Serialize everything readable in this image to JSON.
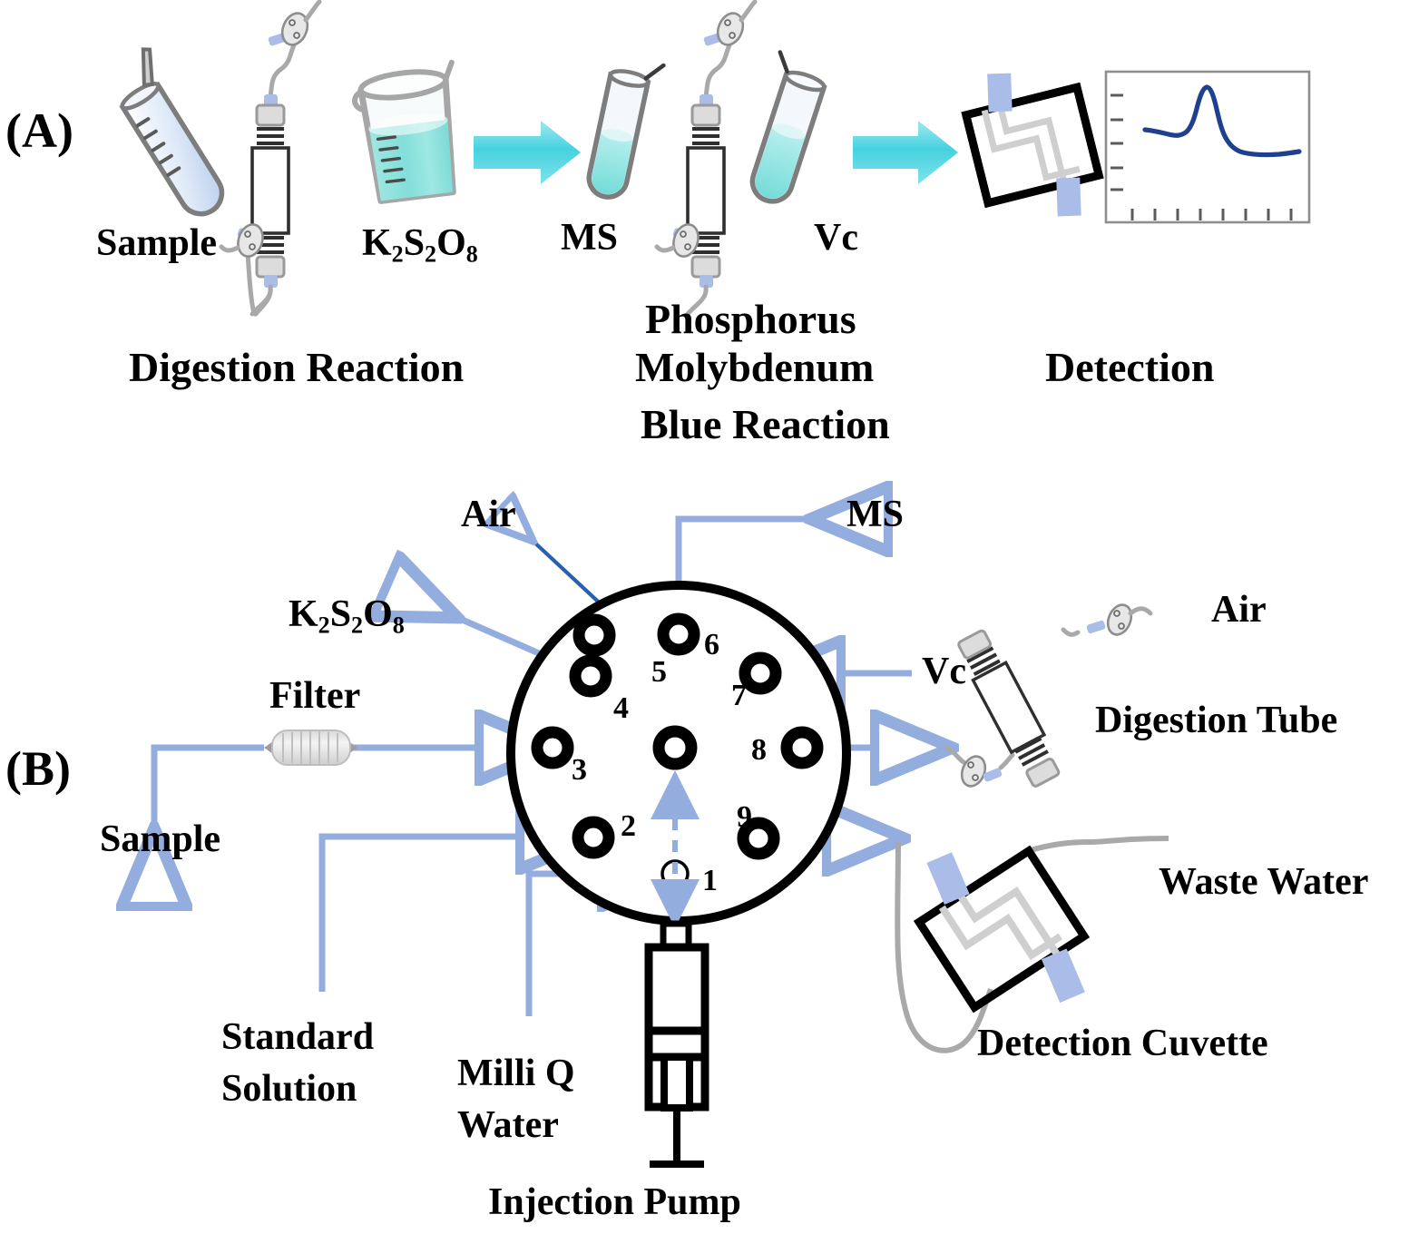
{
  "figure": {
    "panels": [
      {
        "tag": "(A)",
        "name": "workflow-panel"
      },
      {
        "tag": "(B)",
        "name": "valve-schematic-panel"
      }
    ]
  },
  "panel_a": {
    "tag": "(A)",
    "item_labels": {
      "sample": "Sample",
      "persulfate": "K₂S₂O₈",
      "persulfate_parts": {
        "k": "K",
        "two_a": "2",
        "s": "S",
        "two_b": "2",
        "o": "O",
        "eight": "8"
      },
      "ms": "MS",
      "vc": "Vc"
    },
    "stage_labels": {
      "digestion": "Digestion Reaction",
      "pmb_line1": "Phosphorus",
      "pmb_line2": "Molybdenum",
      "pmb_line3": "Blue Reaction",
      "detection": "Detection"
    },
    "icons": {
      "sample_tube": "test-tube-icon",
      "digestion_coil_1": "digestion-tube-icon",
      "beaker": "beaker-icon",
      "arrow_1": "process-arrow-icon",
      "ms_tube": "test-tube-icon",
      "digestion_coil_2": "digestion-tube-icon",
      "vc_tube": "test-tube-icon",
      "arrow_2": "process-arrow-icon",
      "flow_cell": "detection-cuvette-icon",
      "spectrum": "signal-peak-chart-icon"
    },
    "colors": {
      "arrow": "#45d4e0",
      "liquid_cyan": "#7fe0de",
      "liquid_blue": "#cfe0f5",
      "glass_outline": "#8a8a8a",
      "peak_line": "#1f3f8f",
      "tube_blue": "#aabde8"
    }
  },
  "panel_b": {
    "tag": "(B)",
    "valve": {
      "name": "multi-position-selection-valve",
      "center_port_label": "",
      "ports": [
        {
          "n": "1",
          "label_pos": "right"
        },
        {
          "n": "2",
          "label_pos": "upper-right"
        },
        {
          "n": "3",
          "label_pos": "lower-right"
        },
        {
          "n": "4",
          "label_pos": "lower-right"
        },
        {
          "n": "5",
          "label_pos": "lower-right"
        },
        {
          "n": "6",
          "label_pos": "lower-right"
        },
        {
          "n": "7",
          "label_pos": "lower-left"
        },
        {
          "n": "8",
          "label_pos": "left"
        },
        {
          "n": "9",
          "label_pos": "upper-left"
        }
      ]
    },
    "stream_labels": {
      "air_left": "Air",
      "ms": "MS",
      "persulfate": "K₂S₂O₈",
      "vc": "Vc",
      "filter": "Filter",
      "sample": "Sample",
      "standard_solution_line1": "Standard",
      "standard_solution_line2": "Solution",
      "milli_q_line1": "Milli Q",
      "milli_q_line2": "Water",
      "injection_pump": "Injection Pump",
      "air_right": "Air",
      "digestion_tube": "Digestion Tube",
      "waste_water": "Waste Water",
      "detection_cuvette": "Detection Cuvette"
    },
    "colors": {
      "tube_line": "#93adde",
      "pointer_line": "#2b5fb0",
      "valve_outline": "#000000",
      "grey_tube": "#a9a9a9",
      "cuvette_window": "#aabde8"
    }
  },
  "chart_data": {
    "type": "line",
    "title": "",
    "xlabel": "",
    "ylabel": "",
    "x": [
      0,
      1,
      2,
      3,
      4,
      5,
      6,
      7,
      8,
      9,
      10,
      11,
      12,
      13,
      14,
      15,
      16
    ],
    "y": [
      0.18,
      0.16,
      0.15,
      0.16,
      0.2,
      0.34,
      0.62,
      0.88,
      0.95,
      0.8,
      0.5,
      0.26,
      0.14,
      0.09,
      0.07,
      0.07,
      0.09
    ],
    "ylim": [
      0,
      1.05
    ],
    "xlim": [
      0,
      16
    ],
    "y_tick_count": 5,
    "x_tick_count": 8,
    "grid": false,
    "legend": null,
    "series": [
      {
        "name": "detector-signal",
        "color": "#1f3f8f"
      }
    ]
  }
}
